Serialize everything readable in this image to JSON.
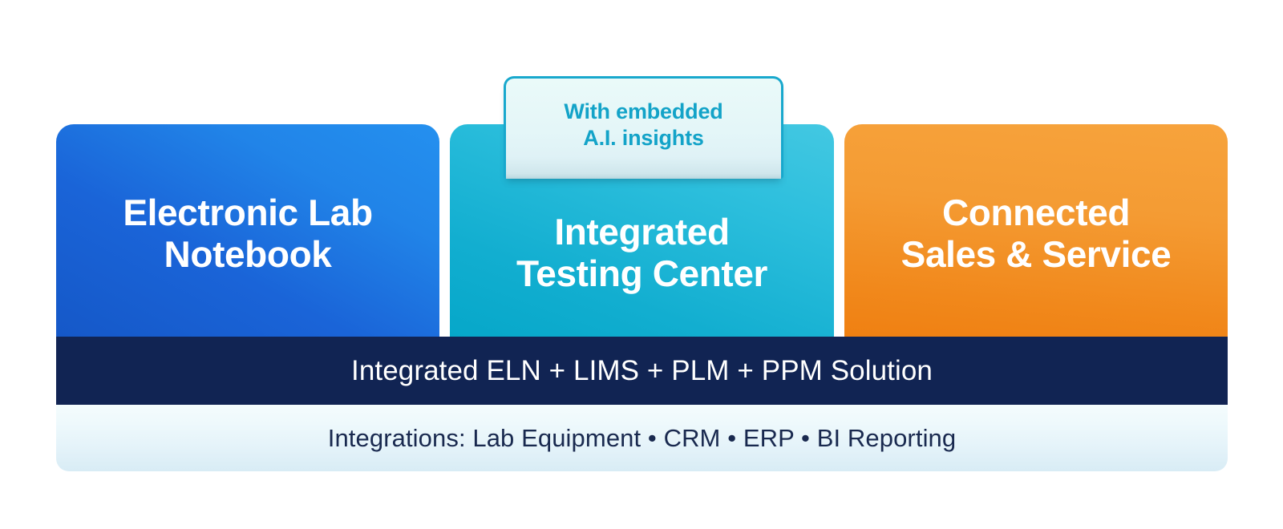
{
  "cards": [
    {
      "id": "electronic-lab-notebook",
      "title": "Electronic Lab\nNotebook",
      "color": "#1a64d8"
    },
    {
      "id": "integrated-testing-center",
      "title": "Integrated\nTesting Center",
      "color": "#12aed0"
    },
    {
      "id": "connected-sales-service",
      "title": "Connected\nSales & Service",
      "color": "#f1881b"
    }
  ],
  "callout": {
    "text": "With embedded\nA.I. insights",
    "text_color": "#13a3c8",
    "border_color": "#18a8cd"
  },
  "solution_bar": {
    "text": "Integrated ELN + LIMS + PLM + PPM Solution",
    "background_color": "#112453",
    "text_color": "#ffffff"
  },
  "integrations_bar": {
    "text": "Integrations: Lab Equipment • CRM • ERP • BI Reporting",
    "text_color": "#19294f"
  }
}
